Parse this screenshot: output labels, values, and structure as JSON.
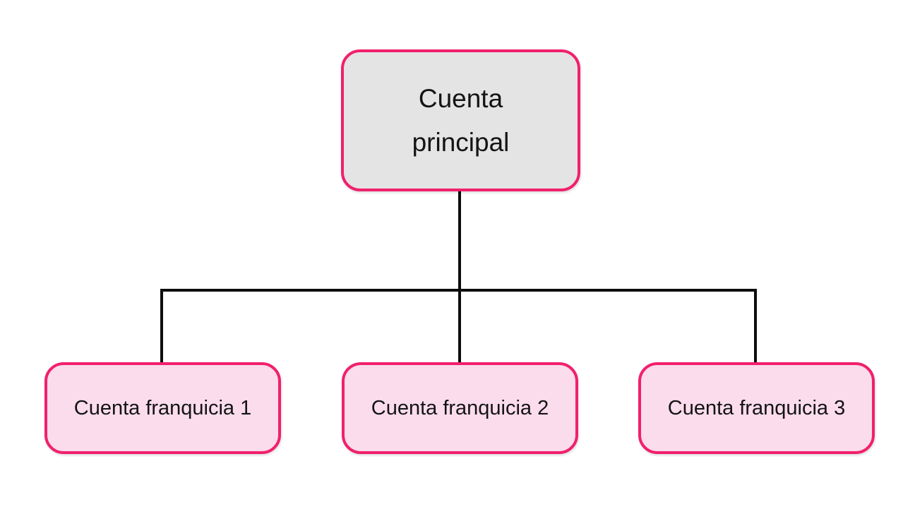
{
  "diagram": {
    "type": "org-chart",
    "root": {
      "label": "Cuenta principal"
    },
    "children": [
      {
        "label": "Cuenta franquicia 1"
      },
      {
        "label": "Cuenta franquicia 2"
      },
      {
        "label": "Cuenta franquicia 3"
      }
    ],
    "colors": {
      "border": "#f1206c",
      "root_fill": "#e4e4e4",
      "child_fill": "#fbdcec",
      "connector": "#0d0d0d",
      "background": "#ffffff"
    }
  }
}
